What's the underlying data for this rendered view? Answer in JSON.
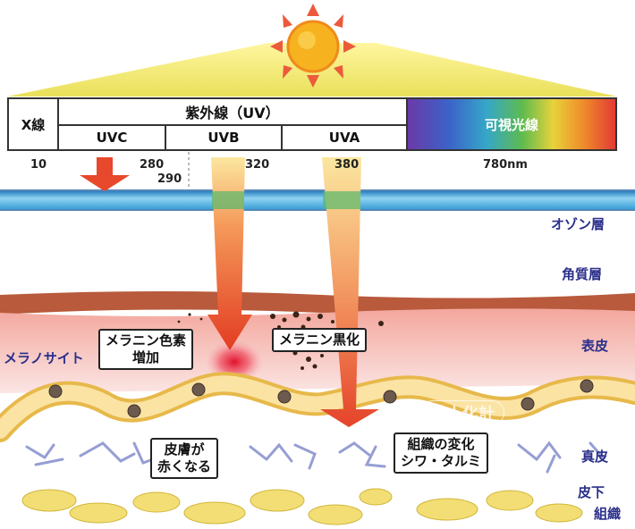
{
  "spectrum": {
    "xray": "X線",
    "uv": "紫外線（UV）",
    "uvc": "UVC",
    "uvb": "UVB",
    "uva": "UVA",
    "visible": "可視光線"
  },
  "wavelengths": {
    "w10": "10",
    "w280": "280",
    "w290": "290",
    "w320": "320",
    "w380": "380",
    "w780": "780nm"
  },
  "layers": {
    "ozone": "オゾン層",
    "stratum": "角質層",
    "epidermis": "表皮",
    "dermis": "真皮",
    "subcutis_line1": "皮下",
    "subcutis_line2": "組織"
  },
  "labels": {
    "melanocyte": "メラノサイト",
    "melanin_increase_line1": "メラニン色素",
    "melanin_increase_line2": "増加",
    "melanin_darken": "メラニン黒化",
    "redness_line1": "皮膚が",
    "redness_line2": "赤くなる",
    "tissue_line1": "組織の変化",
    "tissue_line2": "シワ・タルミ"
  },
  "watermark": "美人化計",
  "colors": {
    "sun": "#f6b21f",
    "ray_fan": "#f3ec7a",
    "ozone": "#4fb3e0",
    "stratum": "#b85a3b",
    "epidermis": "#f5c9c6",
    "arrow": "#e8482b",
    "text_blue": "#2a2f8a"
  }
}
